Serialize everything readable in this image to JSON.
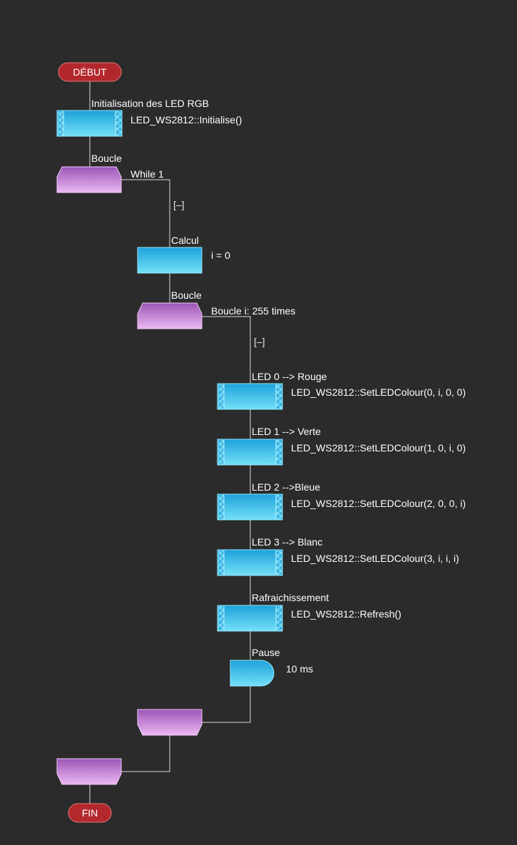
{
  "flowchart": {
    "start": {
      "label": "DÉBUT"
    },
    "end": {
      "label": "FIN"
    },
    "init": {
      "title": "Initialisation des LED RGB",
      "code": "LED_WS2812::Initialise()"
    },
    "loop_while": {
      "title": "Boucle",
      "condition": "While 1",
      "collapse": "[–]"
    },
    "calc": {
      "title": "Calcul",
      "code": "i = 0"
    },
    "loop_for": {
      "title": "Boucle",
      "condition": "Boucle i: 255 times",
      "collapse": "[–]"
    },
    "led0": {
      "title": "LED 0 --> Rouge",
      "code": "LED_WS2812::SetLEDColour(0, i, 0, 0)"
    },
    "led1": {
      "title": "LED 1 --> Verte",
      "code": "LED_WS2812::SetLEDColour(1, 0, i, 0)"
    },
    "led2": {
      "title": "LED 2 -->Bleue",
      "code": "LED_WS2812::SetLEDColour(2, 0, 0, i)"
    },
    "led3": {
      "title": "LED 3 --> Blanc",
      "code": "LED_WS2812::SetLEDColour(3, i, i, i)"
    },
    "refresh": {
      "title": "Rafraichissement",
      "code": "LED_WS2812::Refresh()"
    },
    "pause": {
      "title": "Pause",
      "code": "10 ms"
    }
  },
  "colors": {
    "background": "#2b2b2b",
    "terminal_fill": "#b3282d",
    "macro_fill_top": "#1e9fd8",
    "macro_fill_bottom": "#6fdcf7",
    "loop_fill_top": "#9a55b5",
    "loop_fill_bottom": "#e7b4f0",
    "wire": "#d8d8d8"
  }
}
